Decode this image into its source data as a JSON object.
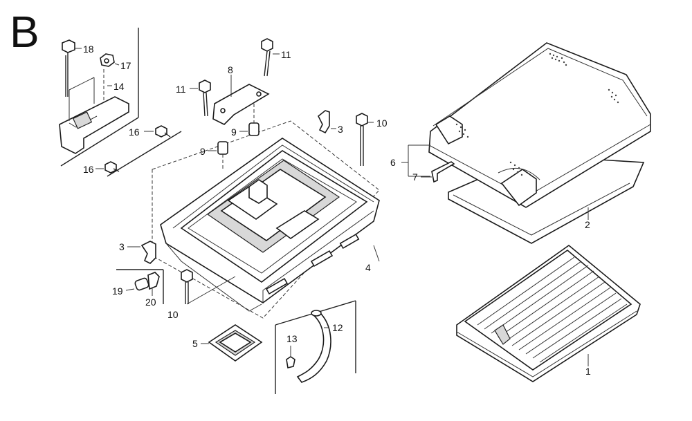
{
  "section": {
    "letter": "B"
  },
  "callouts": [
    {
      "id": "c18",
      "text": "18"
    },
    {
      "id": "c17",
      "text": "17"
    },
    {
      "id": "c14",
      "text": "14"
    },
    {
      "id": "c16a",
      "text": "16"
    },
    {
      "id": "c16b",
      "text": "16"
    },
    {
      "id": "c8",
      "text": "8"
    },
    {
      "id": "c11a",
      "text": "11"
    },
    {
      "id": "c11b",
      "text": "11"
    },
    {
      "id": "c9a",
      "text": "9"
    },
    {
      "id": "c9b",
      "text": "9"
    },
    {
      "id": "c3a",
      "text": "3"
    },
    {
      "id": "c10a",
      "text": "10"
    },
    {
      "id": "c6",
      "text": "6"
    },
    {
      "id": "c7",
      "text": "7"
    },
    {
      "id": "c2",
      "text": "2"
    },
    {
      "id": "c3b",
      "text": "3"
    },
    {
      "id": "c19",
      "text": "19"
    },
    {
      "id": "c20",
      "text": "20"
    },
    {
      "id": "c10b",
      "text": "10"
    },
    {
      "id": "c4",
      "text": "4"
    },
    {
      "id": "c5",
      "text": "5"
    },
    {
      "id": "c12",
      "text": "12"
    },
    {
      "id": "c13",
      "text": "13"
    },
    {
      "id": "c1",
      "text": "1"
    }
  ]
}
